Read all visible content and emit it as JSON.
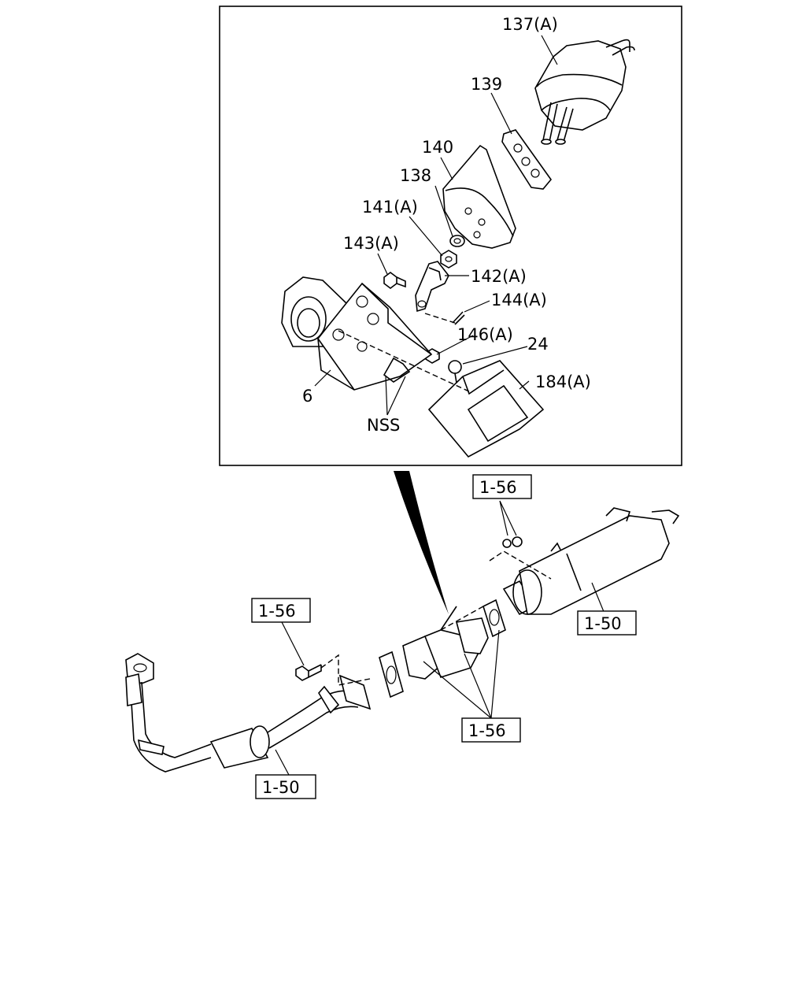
{
  "labels": {
    "p137": "137(A)",
    "p139": "139",
    "p140": "140",
    "p138": "138",
    "p141": "141(A)",
    "p143": "143(A)",
    "p142": "142(A)",
    "p144": "144(A)",
    "p146": "146(A)",
    "p24": "24",
    "p184": "184(A)",
    "p6": "6",
    "nss": "NSS"
  },
  "refs": {
    "ref_top": "1-56",
    "ref_left": "1-56",
    "ref_bottom": "1-56",
    "ref_right": "1-50",
    "ref_left_pipe": "1-50"
  }
}
